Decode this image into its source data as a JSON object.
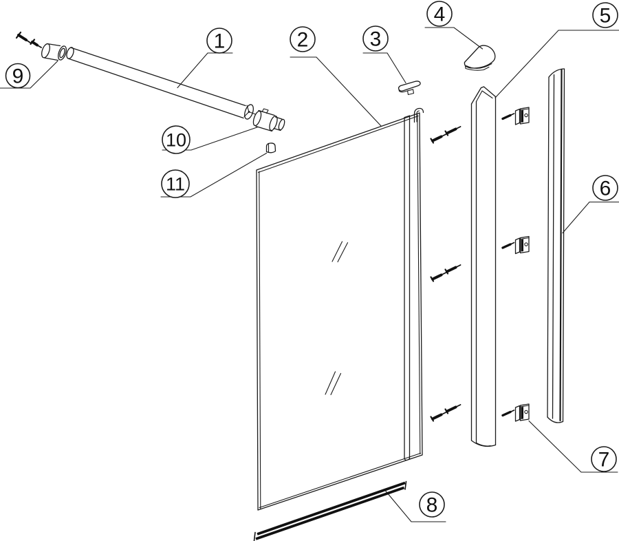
{
  "diagram": {
    "background_color": "#ffffff",
    "line_color": "#1a1a1a",
    "accent_black": "#111111",
    "callouts": [
      {
        "label": "1"
      },
      {
        "label": "2"
      },
      {
        "label": "3"
      },
      {
        "label": "4"
      },
      {
        "label": "5"
      },
      {
        "label": "6"
      },
      {
        "label": "7"
      },
      {
        "label": "8"
      },
      {
        "label": "9"
      },
      {
        "label": "10"
      },
      {
        "label": "11"
      }
    ]
  }
}
